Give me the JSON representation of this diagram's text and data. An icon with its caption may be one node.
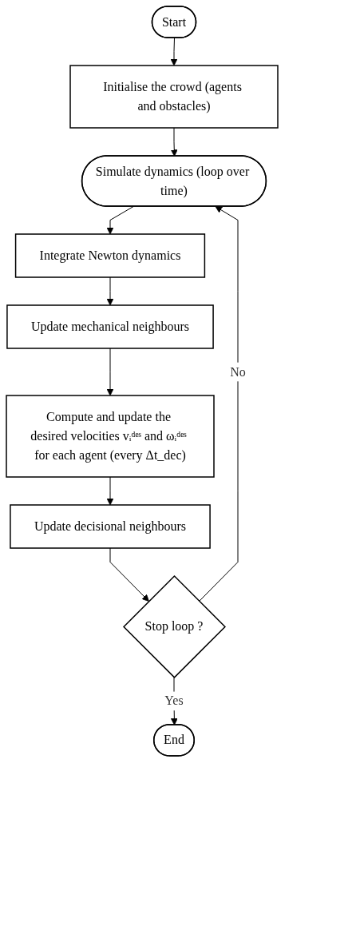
{
  "diagram": {
    "nodes": [
      {
        "text": [
          "Start"
        ]
      },
      {
        "text": [
          "Initialise the crowd (agents and obstacles)"
        ]
      },
      {
        "text": [
          "Simulate dynamics (loop over time)"
        ]
      },
      {
        "text": [
          "Integrate Newton dynamics"
        ]
      },
      {
        "text": [
          "Update mechanical neighbours"
        ]
      },
      {
        "text": [
          "Compute and update the desired velocities vᵢᵈᵉˢ and ωᵢᵈᵉˢ for each agent (every Δt_dec)"
        ]
      },
      {
        "text": [
          "Update decisional neighbours"
        ]
      },
      {
        "text": [
          "Stop loop ?"
        ]
      },
      {
        "text": [
          "End"
        ]
      }
    ],
    "edges": [
      {
        "from": 0,
        "to": 1,
        "arrow": "to"
      },
      {
        "from": 1,
        "to": 2,
        "arrow": "to"
      },
      {
        "from": 2,
        "to": 3,
        "arrow": "to"
      },
      {
        "from": 3,
        "to": 4,
        "arrow": "to"
      },
      {
        "from": 4,
        "to": 5,
        "arrow": "to"
      },
      {
        "from": 5,
        "to": 6,
        "arrow": "to"
      },
      {
        "from": 6,
        "to": 7,
        "arrow": "to"
      },
      {
        "from": 7,
        "to": 2,
        "arrow": "to",
        "label": "No"
      },
      {
        "from": 7,
        "to": 8,
        "arrow": "to",
        "label": "Yes"
      }
    ]
  }
}
